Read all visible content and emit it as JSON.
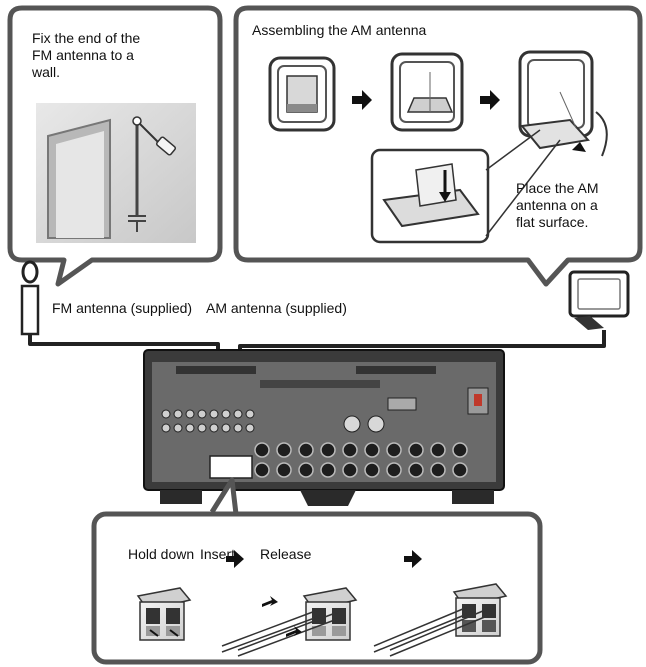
{
  "fm_callout": {
    "instruction": "Fix the end of the\nFM antenna to a\nwall."
  },
  "am_callout": {
    "title": "Assembling the AM antenna",
    "placement_note": "Place the AM\nantenna on a\nflat surface."
  },
  "antenna_labels": {
    "fm": "FM antenna (supplied)",
    "am": "AM antenna (supplied)"
  },
  "terminal_callout": {
    "steps": [
      "Hold down",
      "Insert",
      "Release"
    ]
  },
  "colors": {
    "callout_border": "#555555",
    "cable": "#222222",
    "receiver_body": "#3b3b3b",
    "receiver_panel": "#6a6a6a",
    "arrow": "#111111"
  },
  "icons": [
    "arrow-right-icon",
    "screw-icon",
    "cable-clamp-icon",
    "rotate-arrow-icon"
  ]
}
